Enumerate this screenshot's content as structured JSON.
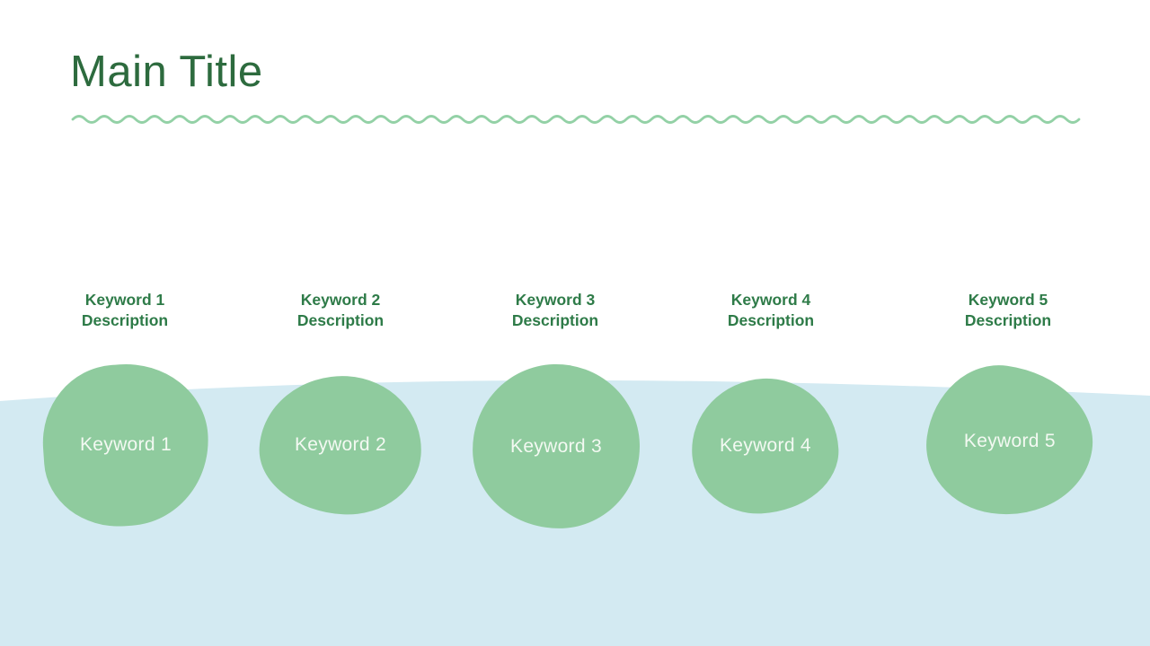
{
  "slide": {
    "title": "Main Title"
  },
  "columns": [
    {
      "label": "Keyword 1",
      "description": "Description",
      "bubble": "Keyword 1"
    },
    {
      "label": "Keyword 2",
      "description": "Description",
      "bubble": "Keyword 2"
    },
    {
      "label": "Keyword 3",
      "description": "Description",
      "bubble": "Keyword 3"
    },
    {
      "label": "Keyword 4",
      "description": "Description",
      "bubble": "Keyword 4"
    },
    {
      "label": "Keyword 5",
      "description": "Description",
      "bubble": "Keyword 5"
    }
  ],
  "colors": {
    "title_green": "#2d6b3e",
    "caption_green": "#2e7b48",
    "bubble_green": "#8fcb9e",
    "bubble_text": "#f3f9f2",
    "divider_wave_green": "#93d1a6",
    "background_wave_blue": "#d3eaf2",
    "background": "#ffffff"
  }
}
